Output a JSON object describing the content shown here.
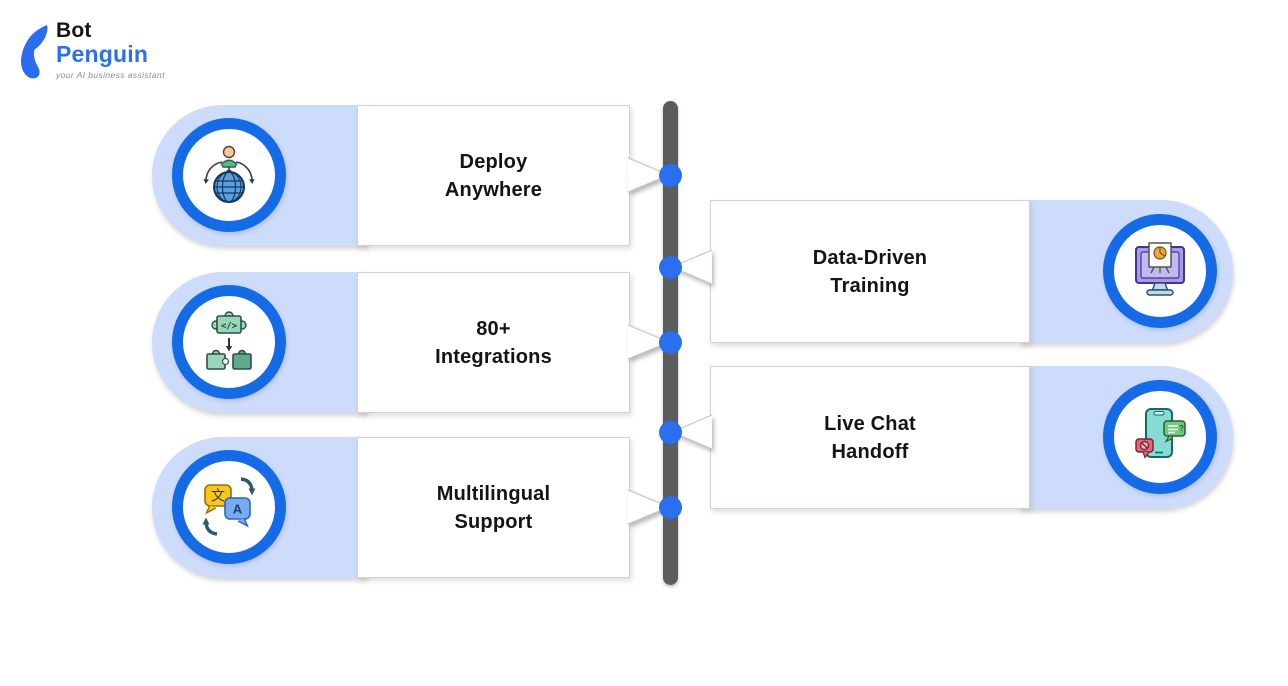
{
  "logo": {
    "line1": "Bot",
    "line2": "Penguin",
    "tagline": "your AI business assistant",
    "icon": "penguin-logo-icon"
  },
  "colors": {
    "brand_blue": "#2d6ff2",
    "pill_fill": "#cddcfb",
    "ring_blue": "#156ae6",
    "dot_blue": "#2a6ff0",
    "timeline_gray": "#5b5c5e",
    "card_border": "#d7cfcf",
    "title_text": "#141414"
  },
  "cards": {
    "left": [
      {
        "title_line1": "Deploy",
        "title_line2": "Anywhere",
        "icon": "deploy-anywhere-icon"
      },
      {
        "title_line1": "80+",
        "title_line2": "Integrations",
        "icon": "integrations-icon"
      },
      {
        "title_line1": "Multilingual",
        "title_line2": "Support",
        "icon": "multilingual-support-icon"
      }
    ],
    "right": [
      {
        "title_line1": "Data-Driven",
        "title_line2": "Training",
        "icon": "data-driven-training-icon"
      },
      {
        "title_line1": "Live Chat",
        "title_line2": "Handoff",
        "icon": "live-chat-handoff-icon"
      }
    ]
  },
  "timeline": {
    "node_count": 5
  }
}
